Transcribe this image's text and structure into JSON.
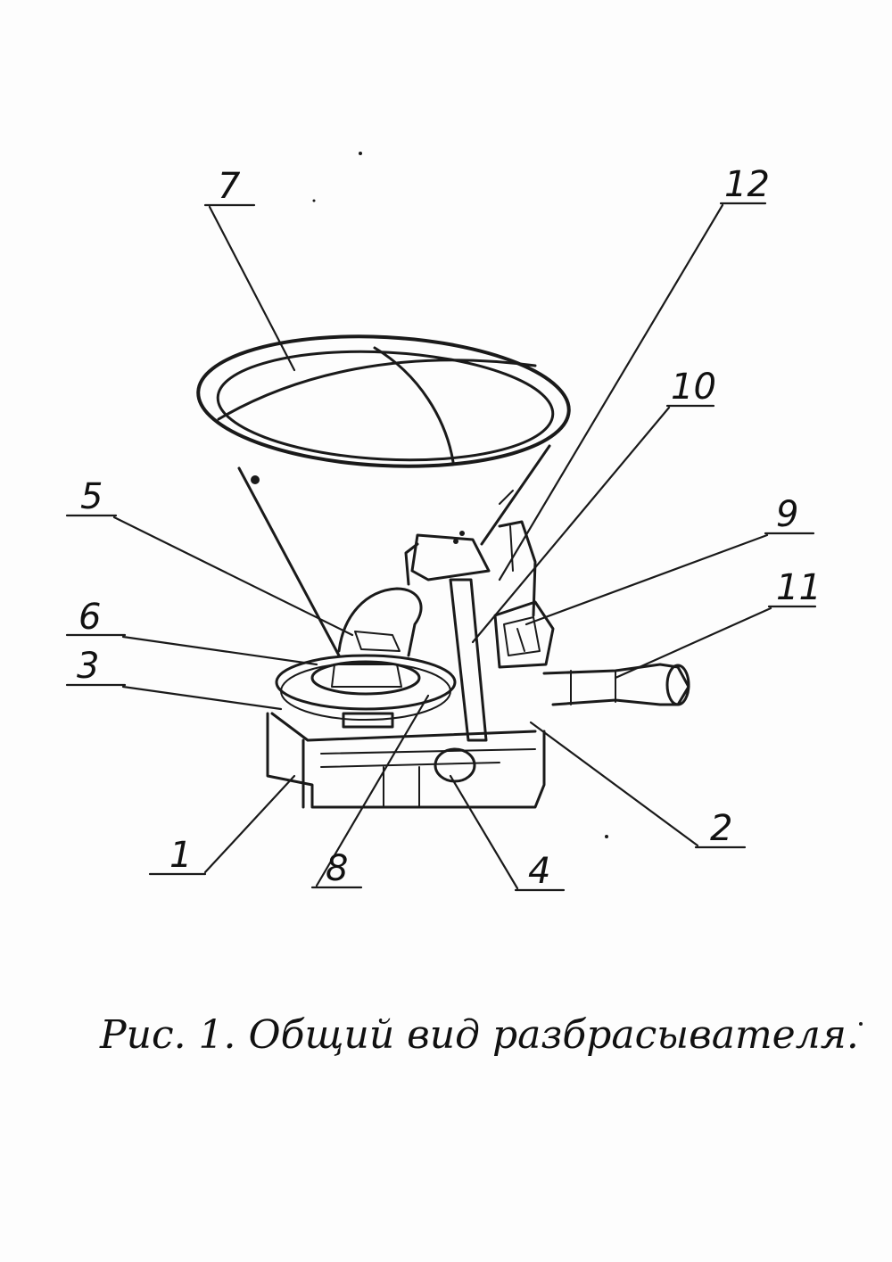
{
  "figure": {
    "caption": "Рис. 1. Общий вид разбрасывателя."
  },
  "callouts": {
    "c1": "1",
    "c2": "2",
    "c3": "3",
    "c4": "4",
    "c5": "5",
    "c6": "6",
    "c7": "7",
    "c8": "8",
    "c9": "9",
    "c10": "10",
    "c11": "11",
    "c12": "12"
  }
}
